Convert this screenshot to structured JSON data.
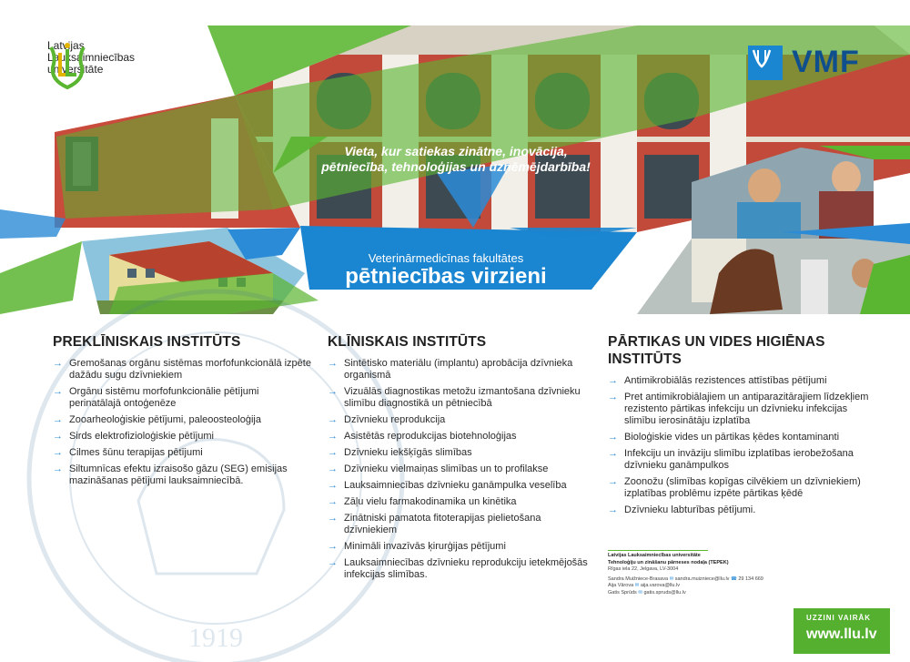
{
  "header": {
    "university_name": [
      "Latvijas",
      "Lauksaimniecības",
      "universitāte"
    ],
    "faculty_logo_text": "VMF",
    "slogan": "Vieta, kur satiekas zinātne, inovācija, pētniecība, tehnoloģijas un uzņēmējdarbība!",
    "faculty_name": "Veterinārmedicīnas fakultātes",
    "faculty_subtitle": "pētniecības virzieni"
  },
  "colors": {
    "green": "#5ab531",
    "blue": "#1a85d0",
    "dark_blue": "#0f4f8e"
  },
  "institutes": [
    {
      "title": "PREKLĪNISKAIS INSTITŪTS",
      "items": [
        "Gremošanas orgānu sistēmas morfofunkcionālā izpēte dažādu sugu dzīvniekiem",
        "Orgānu sistēmu morfofunkcionālie pētījumi perinatālajā ontoģenēze",
        "Zooarheoloģiskie pētījumi, paleoosteoloģija",
        "Sirds elektrofizioloģiskie pētījumi",
        "Cilmes šūnu terapijas pētījumi",
        "Siltumnīcas efektu izraisošo gāzu (SEG) emisijas mazināšanas pētījumi lauksaimniecībā."
      ]
    },
    {
      "title": "KLĪNISKAIS INSTITŪTS",
      "items": [
        "Sintētisko materiālu (implantu) aprobācija dzīvnieka organismā",
        "Vizuālās diagnostikas metožu izmantošana dzīvnieku slimību diagnostikā un pētniecībā",
        "Dzīvnieku reprodukcija",
        "Asistētās reprodukcijas biotehnoloģijas",
        "Dzīvnieku iekšķīgās slimības",
        "Dzīvnieku vielmaiņas slimības un to profilakse",
        "Lauksaimniecības dzīvnieku ganāmpulka veselība",
        "Zāļu vielu farmakodinamika un kinētika",
        "Zinātniski pamatota fitoterapijas pielietošana dzīvniekiem",
        "Minimāli invazīvās ķirurģijas pētījumi",
        "Lauksaimniecības dzīvnieku reprodukciju ietekmējošās infekcijas slimības."
      ]
    },
    {
      "title": "PĀRTIKAS UN VIDES HIGIĒNAS INSTITŪTS",
      "items": [
        "Antimikrobiālās rezistences attīstības pētījumi",
        "Pret antimikrobiālajiem un antiparazitārajiem līdzekļiem rezistento pārtikas infekciju un dzīvnieku infekcijas slimību ierosinātāju izplatība",
        "Bioloģiskie vides un pārtikas ķēdes kontaminanti",
        "Infekciju un invāziju slimību izplatības ierobežošana dzīvnieku ganāmpulkos",
        "Zoonožu (slimības kopīgas cilvēkiem un dzīvniekiem) izplatības problēmu izpēte pārtikas ķēdē",
        "Dzīvnieku labturības pētījumi."
      ]
    }
  ],
  "contact": {
    "org": "Latvijas Lauksaimniecības universitāte",
    "dept": "Tehnoloģiju un zināšanu pārneses nodaļa (TEPEK)",
    "address": "Rīgas iela 22, Jelgava, LV-3004",
    "people": [
      {
        "name": "Sandra Muižniece-Brasava",
        "email": "sandra.muizniece@llu.lv",
        "phone": "29 134 669"
      },
      {
        "name": "Aija Vārova",
        "email": "aija.varova@llu.lv",
        "phone": ""
      },
      {
        "name": "Gatis Sprūds",
        "email": "gatis.spruds@llu.lv",
        "phone": ""
      }
    ]
  },
  "cta": {
    "label": "UZZINI VAIRĀK",
    "url": "www.llu.lv"
  },
  "seal_year": "1919"
}
